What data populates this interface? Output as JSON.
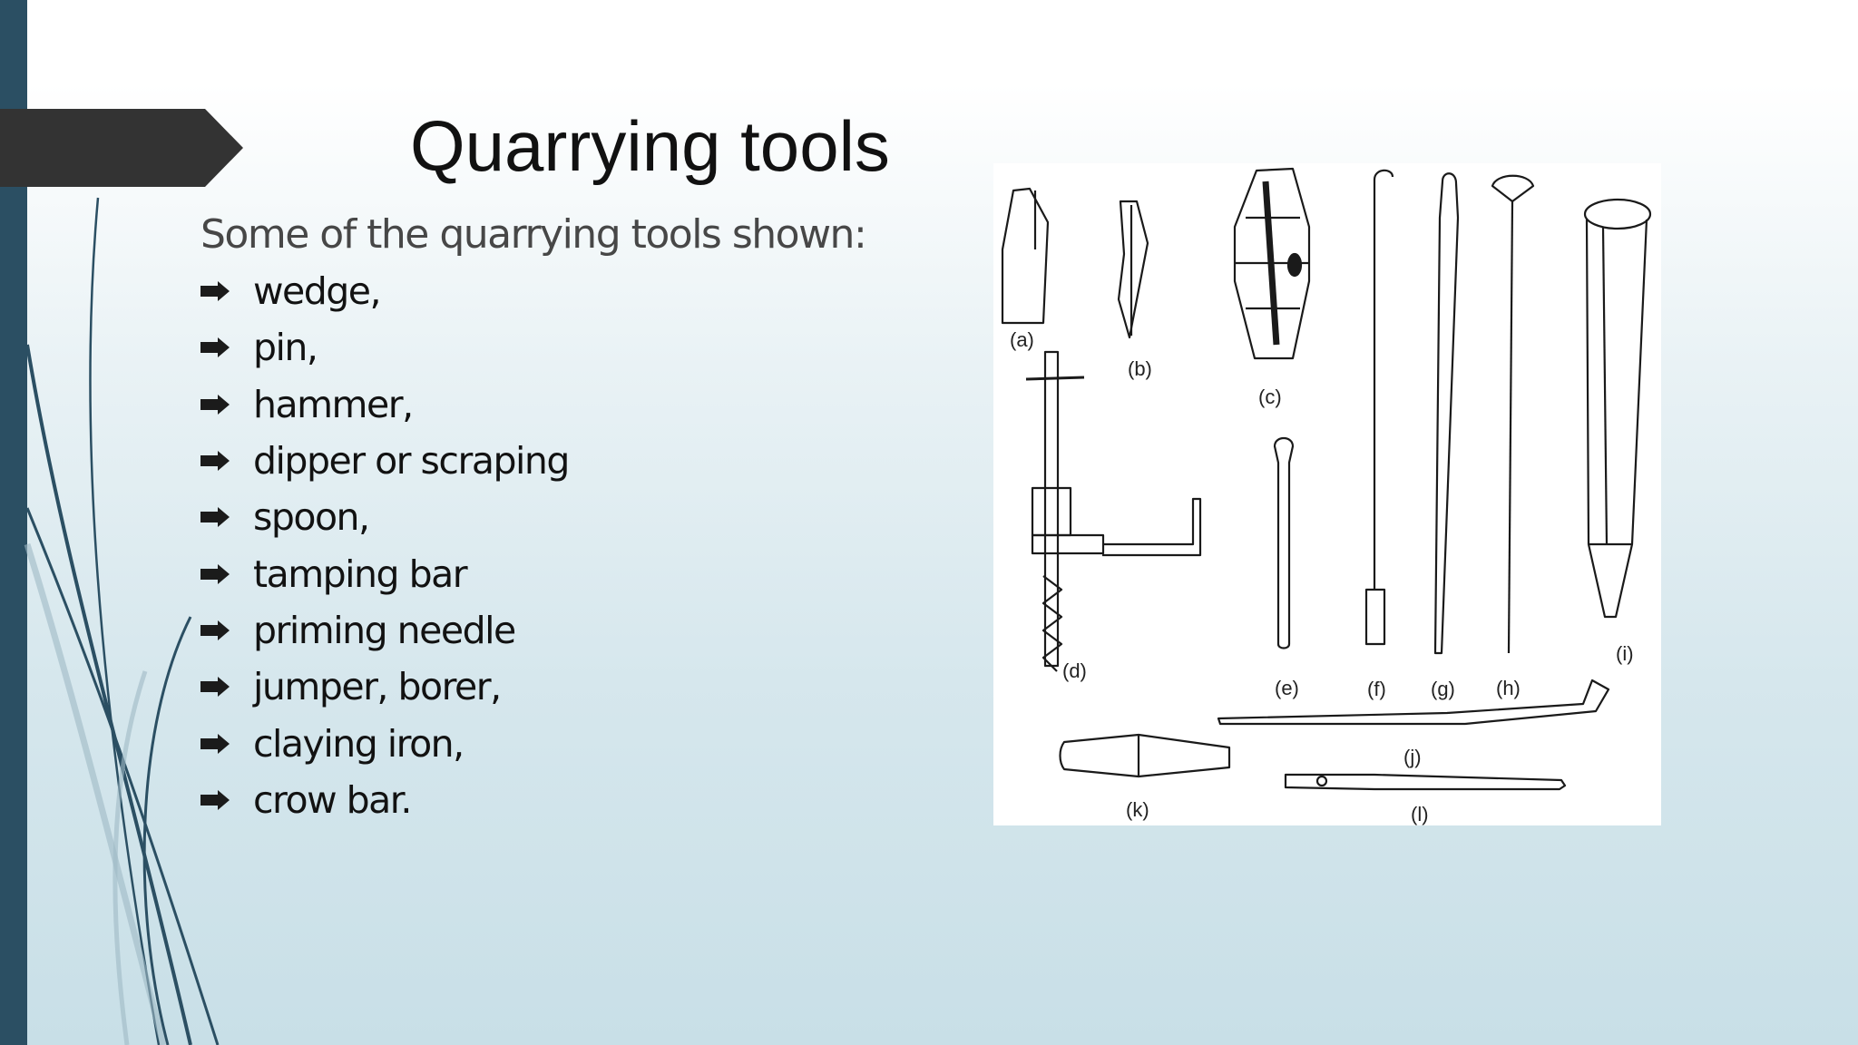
{
  "slide": {
    "title": "Quarrying tools",
    "intro": "Some of the quarrying tools shown:",
    "bullets": [
      "wedge,",
      "pin,",
      "hammer,",
      "dipper or scraping",
      "spoon,",
      "tamping bar",
      "priming needle",
      "jumper, borer,",
      "claying iron,",
      "crow bar."
    ]
  },
  "figure": {
    "labels": {
      "a": "(a)",
      "b": "(b)",
      "c": "(c)",
      "d": "(d)",
      "e": "(e)",
      "f": "(f)",
      "g": "(g)",
      "h": "(h)",
      "i": "(i)",
      "j": "(j)",
      "k": "(k)",
      "l": "(l)"
    }
  },
  "colors": {
    "side_bar": "#2b4f63",
    "title_tab": "#333333",
    "title_text": "#111111",
    "intro_text": "#474747",
    "bullet_text": "#121212"
  },
  "icons": {
    "bullet": "right-arrow-bullet-icon"
  }
}
